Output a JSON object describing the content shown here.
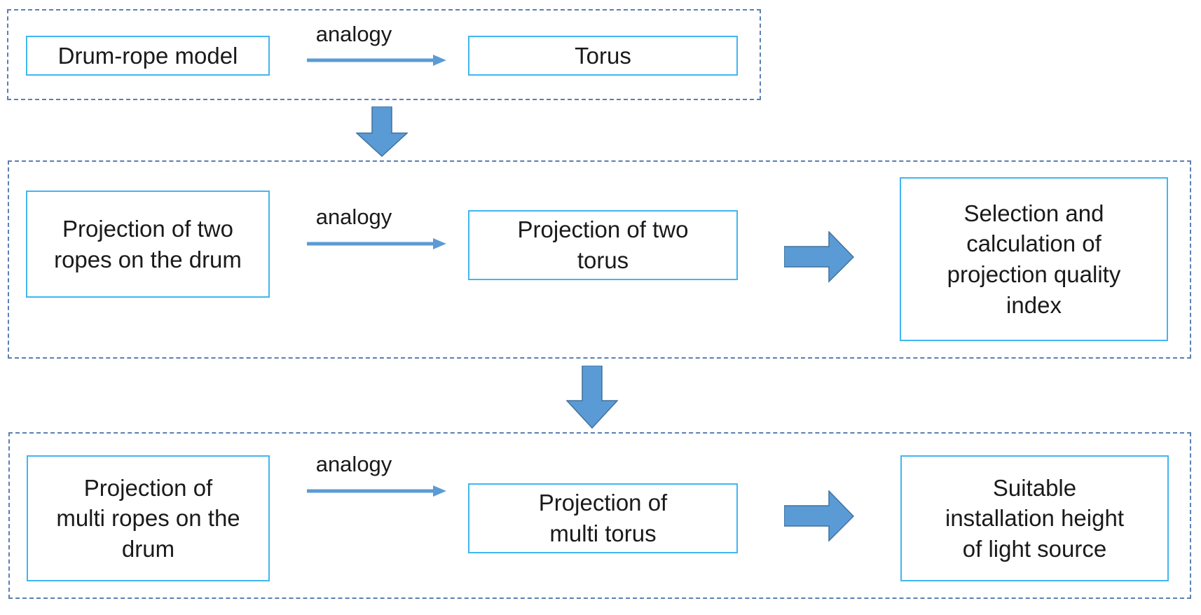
{
  "diagram": {
    "title": "Drum-rope model to torus analogy flowchart",
    "colors": {
      "node_border": "#41b6f0",
      "group_border": "#5b7fb4",
      "arrow_fill": "#5b9bd5",
      "arrow_stroke": "#41719c",
      "text": "#1a1a1a",
      "background": "#ffffff"
    },
    "groups": [
      {
        "id": "group-1",
        "name": "model-analogy-group",
        "nodes": [
          {
            "id": "drum-rope-model",
            "label": "Drum-rope  model"
          },
          {
            "id": "torus",
            "label": "Torus"
          }
        ],
        "edge_label": "analogy"
      },
      {
        "id": "group-2",
        "name": "two-rope-projection-group",
        "nodes": [
          {
            "id": "projection-two-ropes",
            "label": "Projection  of two\nropes on the drum"
          },
          {
            "id": "projection-two-torus",
            "label": "Projection  of two\ntorus"
          },
          {
            "id": "projection-quality-index",
            "label": "Selection and\ncalculation of\nprojection quality\nindex"
          }
        ],
        "edge_label": "analogy"
      },
      {
        "id": "group-3",
        "name": "multi-rope-projection-group",
        "nodes": [
          {
            "id": "projection-multi-ropes",
            "label": "Projection  of\nmulti ropes on the\ndrum"
          },
          {
            "id": "projection-multi-torus",
            "label": "Projection  of\nmulti torus"
          },
          {
            "id": "light-source-height",
            "label": "Suitable\ninstallation height\nof light source"
          }
        ],
        "edge_label": "analogy"
      }
    ],
    "connectors": [
      {
        "id": "down-arrow-1",
        "type": "block-arrow-down",
        "from": "group-1",
        "to": "group-2"
      },
      {
        "id": "down-arrow-2",
        "type": "block-arrow-down",
        "from": "group-2",
        "to": "group-3"
      },
      {
        "id": "right-arrow-1",
        "type": "block-arrow-right",
        "from": "projection-two-torus",
        "to": "projection-quality-index"
      },
      {
        "id": "right-arrow-2",
        "type": "block-arrow-right",
        "from": "projection-multi-torus",
        "to": "light-source-height"
      },
      {
        "id": "analogy-arrow-1",
        "type": "line-arrow-right",
        "from": "drum-rope-model",
        "to": "torus"
      },
      {
        "id": "analogy-arrow-2",
        "type": "line-arrow-right",
        "from": "projection-two-ropes",
        "to": "projection-two-torus"
      },
      {
        "id": "analogy-arrow-3",
        "type": "line-arrow-right",
        "from": "projection-multi-ropes",
        "to": "projection-multi-torus"
      }
    ]
  }
}
